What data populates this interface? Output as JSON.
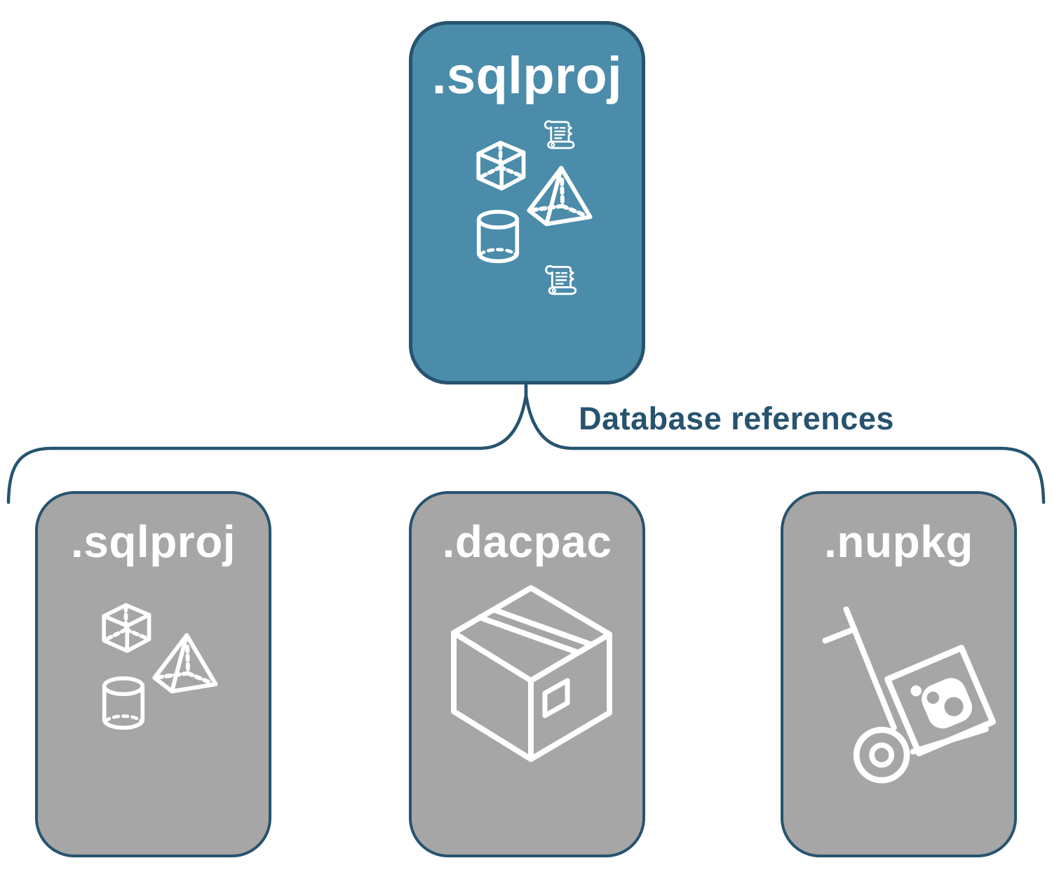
{
  "colors": {
    "accent_teal": "#4A8CAA",
    "navy": "#27536F",
    "card_gray": "#A6A6A6",
    "icon_white": "#FFFFFF",
    "background": "#FFFFFF"
  },
  "root_card": {
    "label": ".sqlproj",
    "icons": [
      "scroll-icon",
      "cube-icon",
      "pyramid-icon",
      "cylinder-icon",
      "scroll-icon"
    ]
  },
  "connector": {
    "label": "Database references"
  },
  "child_cards": [
    {
      "label": ".sqlproj",
      "icons": [
        "cube-icon",
        "pyramid-icon",
        "cylinder-icon"
      ]
    },
    {
      "label": ".dacpac",
      "icons": [
        "package-box-icon"
      ]
    },
    {
      "label": ".nupkg",
      "icons": [
        "hand-truck-package-icon"
      ]
    }
  ]
}
